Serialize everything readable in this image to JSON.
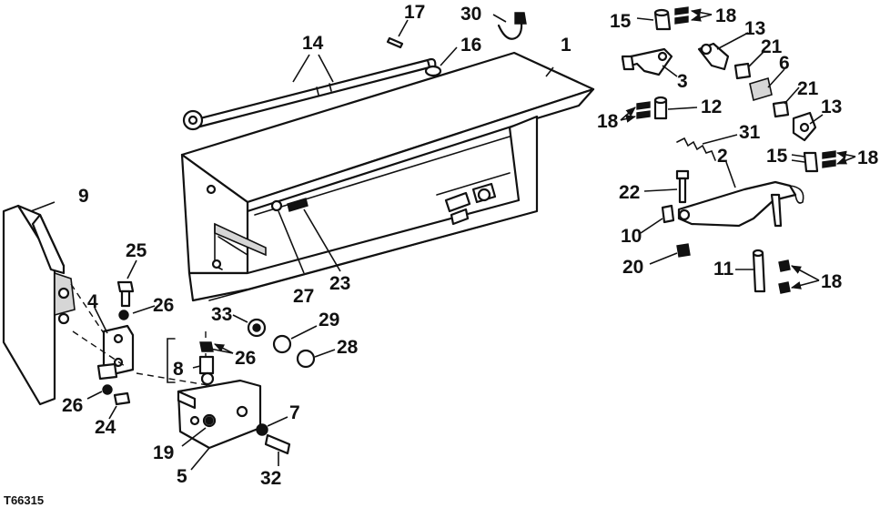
{
  "figure_id": "T66315",
  "callouts": {
    "c1": "1",
    "c2": "2",
    "c3": "3",
    "c4": "4",
    "c5": "5",
    "c6": "6",
    "c7": "7",
    "c8": "8",
    "c9": "9",
    "c10": "10",
    "c11": "11",
    "c12": "12",
    "c13a": "13",
    "c13b": "13",
    "c14": "14",
    "c15a": "15",
    "c15b": "15",
    "c16": "16",
    "c17": "17",
    "c18a": "18",
    "c18b": "18",
    "c18c": "18",
    "c18d": "18",
    "c19": "19",
    "c20": "20",
    "c21a": "21",
    "c21b": "21",
    "c22": "22",
    "c23": "23",
    "c24": "24",
    "c25": "25",
    "c26a": "26",
    "c26b": "26",
    "c26c": "26",
    "c27": "27",
    "c28": "28",
    "c29": "29",
    "c30": "30",
    "c31": "31",
    "c32": "32",
    "c33": "33"
  }
}
